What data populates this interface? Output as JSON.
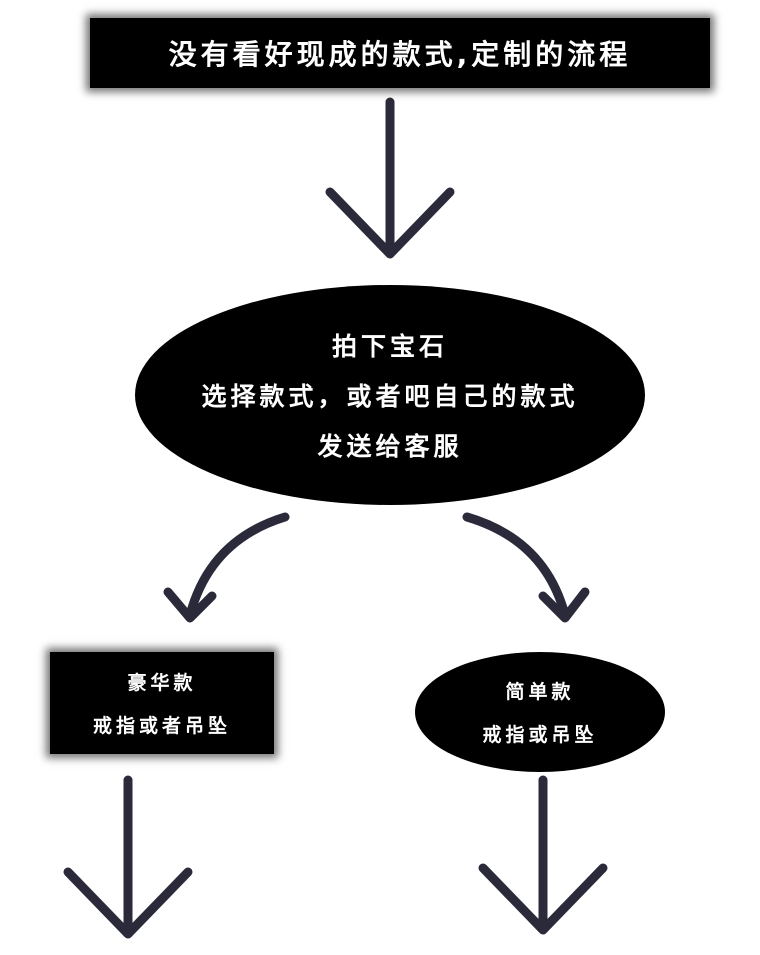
{
  "title": "没有看好现成的款式,定制的流程",
  "main_step": {
    "line1": "拍下宝石",
    "line2": "选择款式，或者吧自己的款式",
    "line3": "发送给客服"
  },
  "luxury": {
    "title": "豪华款",
    "desc": "戒指或者吊坠"
  },
  "simple": {
    "title": "简单款",
    "desc": "戒指或吊坠"
  },
  "colors": {
    "arrow": "#2b2a3a",
    "fill": "#000000",
    "text": "#ffffff"
  }
}
